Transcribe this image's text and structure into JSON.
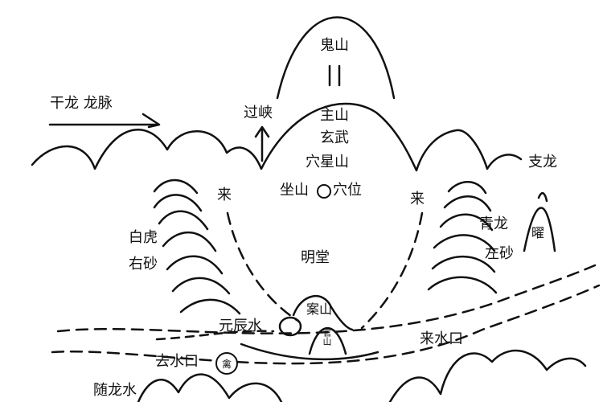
{
  "labels": {
    "gui_shan": "鬼山",
    "gan_long_mai": "干龙  龙脉",
    "guo_xia": "过峡",
    "zhu_shan": "主山",
    "xuan_wu": "玄武",
    "xue_xing_shan": "穴星山",
    "zuo_shan": "坐山",
    "xue_wei": "穴位",
    "zhi_long": "支龙",
    "lai_left": "来",
    "lai_right": "来",
    "bai_hu": "白虎",
    "you_sha": "右砂",
    "qing_long": "青龙",
    "zuo_sha": "左砂",
    "yao": "曜",
    "ming_tang": "明堂",
    "an_shan": "案山",
    "guan_shan": "官山",
    "yuan_chen_shui": "元辰水",
    "lai_shui_kou": "来水口",
    "qu_shui_kou": "去水口",
    "qin": "禽",
    "sui_long_shui": "随龙水"
  },
  "colors": {
    "ink": "#111111",
    "background": "#ffffff"
  }
}
